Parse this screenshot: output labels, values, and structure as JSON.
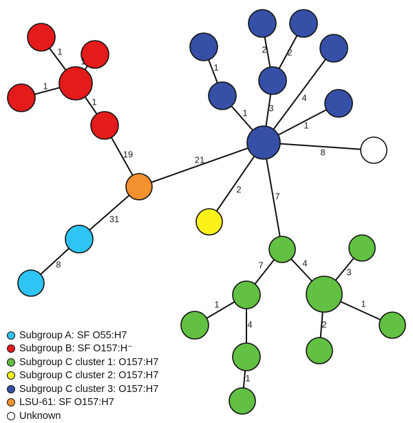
{
  "colors": {
    "A": "#2ec5f5",
    "B": "#e41b1b",
    "C1": "#62c042",
    "C2": "#fbf21a",
    "C3": "#3650a7",
    "LSU": "#f3922e",
    "U": "#ffffff"
  },
  "nodes": [
    {
      "id": "r1",
      "group": "B"
    },
    {
      "id": "r2",
      "group": "B"
    },
    {
      "id": "r3",
      "group": "B"
    },
    {
      "id": "r4",
      "group": "B"
    },
    {
      "id": "r5",
      "group": "B"
    },
    {
      "id": "o1",
      "group": "LSU"
    },
    {
      "id": "a1",
      "group": "A"
    },
    {
      "id": "a2",
      "group": "A"
    },
    {
      "id": "bh",
      "group": "C3"
    },
    {
      "id": "b1",
      "group": "C3"
    },
    {
      "id": "b2",
      "group": "C3"
    },
    {
      "id": "b3",
      "group": "C3"
    },
    {
      "id": "b4",
      "group": "C3"
    },
    {
      "id": "b5",
      "group": "C3"
    },
    {
      "id": "b6",
      "group": "C3"
    },
    {
      "id": "b7",
      "group": "C3"
    },
    {
      "id": "b8",
      "group": "C3"
    },
    {
      "id": "w1",
      "group": "U"
    },
    {
      "id": "y1",
      "group": "C2"
    },
    {
      "id": "g1",
      "group": "C1"
    },
    {
      "id": "g2",
      "group": "C1"
    },
    {
      "id": "g3",
      "group": "C1"
    },
    {
      "id": "g4",
      "group": "C1"
    },
    {
      "id": "g5",
      "group": "C1"
    },
    {
      "id": "g6",
      "group": "C1"
    },
    {
      "id": "g7",
      "group": "C1"
    },
    {
      "id": "g8",
      "group": "C1"
    },
    {
      "id": "g9",
      "group": "C1"
    },
    {
      "id": "g10",
      "group": "C1"
    }
  ],
  "edges": [
    {
      "from": "r1",
      "to": "r2",
      "label": "1"
    },
    {
      "from": "r5",
      "to": "r2",
      "label": "1"
    },
    {
      "from": "r3",
      "to": "r2",
      "label": "1"
    },
    {
      "from": "r2",
      "to": "r4",
      "label": "1"
    },
    {
      "from": "r4",
      "to": "o1",
      "label": "19"
    },
    {
      "from": "o1",
      "to": "a1",
      "label": "31"
    },
    {
      "from": "a1",
      "to": "a2",
      "label": "8"
    },
    {
      "from": "o1",
      "to": "bh",
      "label": "21"
    },
    {
      "from": "b1",
      "to": "b2",
      "label": "1"
    },
    {
      "from": "b2",
      "to": "bh",
      "label": "1"
    },
    {
      "from": "b3",
      "to": "b4",
      "label": "2"
    },
    {
      "from": "b5",
      "to": "b4",
      "label": "2"
    },
    {
      "from": "b4",
      "to": "bh",
      "label": "3"
    },
    {
      "from": "b6",
      "to": "bh",
      "label": "4"
    },
    {
      "from": "b7",
      "to": "bh",
      "label": "1"
    },
    {
      "from": "bh",
      "to": "w1",
      "label": "8"
    },
    {
      "from": "bh",
      "to": "y1",
      "label": "2"
    },
    {
      "from": "bh",
      "to": "g1",
      "label": "7"
    },
    {
      "from": "g1",
      "to": "g2",
      "label": "7"
    },
    {
      "from": "g1",
      "to": "g3",
      "label": "4"
    },
    {
      "from": "g3",
      "to": "g4",
      "label": "3"
    },
    {
      "from": "g3",
      "to": "g5",
      "label": "1"
    },
    {
      "from": "g3",
      "to": "g6",
      "label": "2"
    },
    {
      "from": "g2",
      "to": "g7",
      "label": "1"
    },
    {
      "from": "g2",
      "to": "g8",
      "label": "4"
    },
    {
      "from": "g8",
      "to": "g9",
      "label": "1"
    }
  ],
  "legend": [
    {
      "group": "A",
      "label": "Subgroup A: SF O55:H7"
    },
    {
      "group": "B",
      "label": "Subgroup B: SF O157:H⁻"
    },
    {
      "group": "C1",
      "label": "Subgroup C cluster 1: O157:H7"
    },
    {
      "group": "C2",
      "label": "Subgroup C cluster 2: O157:H7"
    },
    {
      "group": "C3",
      "label": "Subgroup C cluster 3: O157:H7"
    },
    {
      "group": "LSU",
      "label": "LSU-61: SF O157:H7"
    },
    {
      "group": "U",
      "label": "Unknown"
    }
  ]
}
